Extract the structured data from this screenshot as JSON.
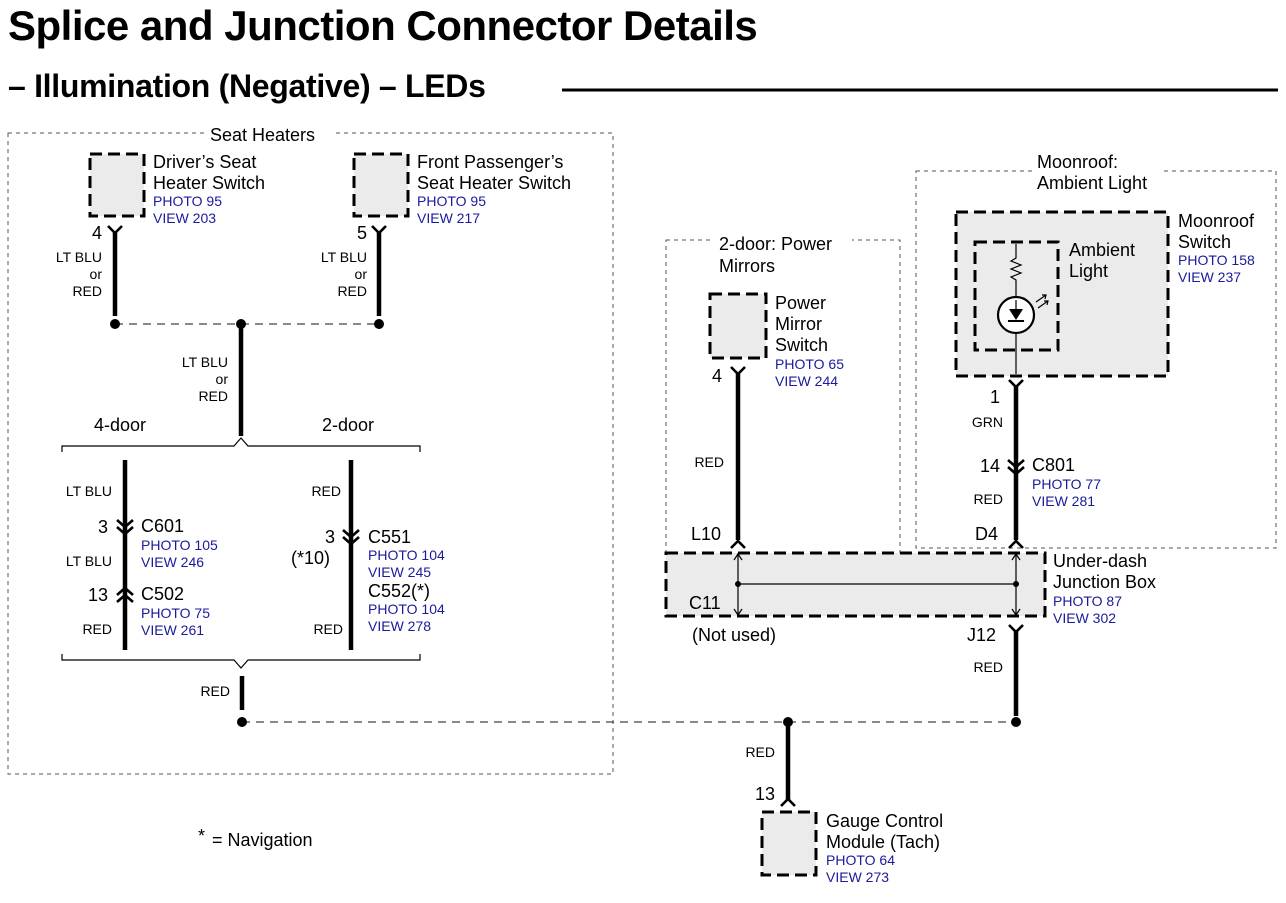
{
  "title": "Splice and Junction Connector Details",
  "subtitle": "– Illumination (Negative) – LEDs",
  "groups": {
    "seat_heaters": "Seat Heaters",
    "mirrors_line1": "2-door: Power",
    "mirrors_line2": "Mirrors",
    "moonroof_line1": "Moonroof:",
    "moonroof_line2": "Ambient Light"
  },
  "components": {
    "driver_switch": {
      "line1": "Driver’s Seat",
      "line2": "Heater Switch",
      "photo": "PHOTO 95",
      "view": "VIEW 203",
      "pin": "4"
    },
    "passenger_switch": {
      "line1": "Front Passenger’s",
      "line2": "Seat Heater Switch",
      "photo": "PHOTO 95",
      "view": "VIEW 217",
      "pin": "5"
    },
    "mirror_switch": {
      "line1": "Power",
      "line2": "Mirror",
      "line3": "Switch",
      "photo": "PHOTO 65",
      "view": "VIEW 244",
      "pin": "4"
    },
    "moonroof_switch": {
      "line1": "Moonroof",
      "line2": "Switch",
      "photo": "PHOTO 158",
      "view": "VIEW 237",
      "pin": "1"
    },
    "ambient_light": {
      "line1": "Ambient",
      "line2": "Light"
    },
    "junction_box": {
      "line1": "Under-dash",
      "line2": "Junction Box",
      "photo": "PHOTO 87",
      "view": "VIEW 302",
      "c11": "C11",
      "not_used": "(Not used)",
      "l10": "L10",
      "d4": "D4",
      "j12": "J12"
    },
    "gauge_module": {
      "line1": "Gauge Control",
      "line2": "Module (Tach)",
      "photo": "PHOTO 64",
      "view": "VIEW 273",
      "pin": "13"
    }
  },
  "connectors": {
    "c601": {
      "name": "C601",
      "pin": "3",
      "photo": "PHOTO 105",
      "view": "VIEW 246"
    },
    "c502": {
      "name": "C502",
      "pin": "13",
      "photo": "PHOTO 75",
      "view": "VIEW 261"
    },
    "c551": {
      "name": "C551",
      "pin": "3",
      "note": "(*10)",
      "photo": "PHOTO 104",
      "view": "VIEW 245"
    },
    "c552": {
      "name": "C552(*)",
      "photo": "PHOTO 104",
      "view": "VIEW 278"
    },
    "c801": {
      "name": "C801",
      "pin": "14",
      "photo": "PHOTO 77",
      "view": "VIEW 281"
    }
  },
  "wires": {
    "lt_blu": "LT BLU",
    "or": "or",
    "red": "RED",
    "grn": "GRN"
  },
  "variants": {
    "four_door": "4-door",
    "two_door": "2-door"
  },
  "footnote_star": "*",
  "footnote_text": "= Navigation"
}
